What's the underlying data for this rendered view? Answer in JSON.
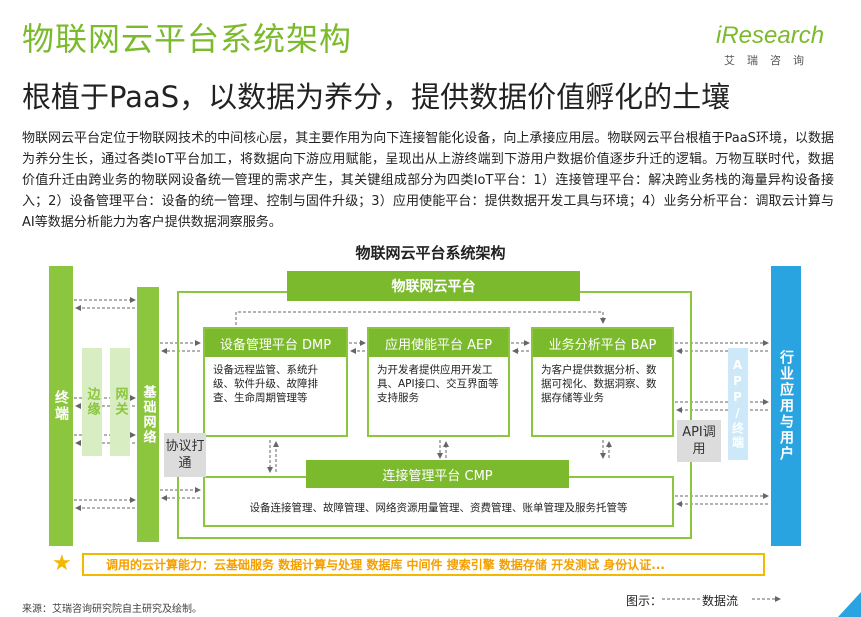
{
  "header": {
    "title": "物联网云平台系统架构",
    "subtitle": "根植于PaaS，以数据为养分，提供数据价值孵化的土壤"
  },
  "logo": {
    "prefix": "i",
    "word": "Research",
    "chinese": "艾瑞咨询"
  },
  "description": "物联网云平台定位于物联网技术的中间核心层，其主要作用为向下连接智能化设备，向上承接应用层。物联网云平台根植于PaaS环境，以数据为养分生长，通过各类IoT平台加工，将数据向下游应用赋能，呈现出从上游终端到下游用户数据价值逐步升迁的逻辑。万物互联时代，数据价值升迁由跨业务的物联网设备统一管理的需求产生，其关键组成部分为四类IoT平台：1）连接管理平台：解决跨业务栈的海量异构设备接入；2）设备管理平台：设备的统一管理、控制与固件升级；3）应用使能平台：提供数据开发工具与环境；4）业务分析平台：调取云计算与AI等数据分析能力为客户提供数据洞察服务。",
  "diagram": {
    "title": "物联网云平台系统架构",
    "left_bars": {
      "terminal": "终端",
      "edge": "边缘",
      "gateway": "网关",
      "infrastructure": "基础网络"
    },
    "right_bars": {
      "app_terminal": "APP/终端",
      "industry": "行业应用与用户"
    },
    "iot_platform": "物联网云平台",
    "platforms": [
      {
        "name": "设备管理平台 DMP",
        "text": "设备远程监管、系统升级、软件升级、故障排查、生命周期管理等"
      },
      {
        "name": "应用使能平台 AEP",
        "text": "为开发者提供应用开发工具、API接口、交互界面等支持服务"
      },
      {
        "name": "业务分析平台 BAP",
        "text": "为客户提供数据分析、数据可视化、数据洞察、数据存储等业务"
      }
    ],
    "cmp": {
      "name": "连接管理平台 CMP",
      "text": "设备连接管理、故障管理、网络资源用量管理、资费管理、账单管理及服务托管等"
    },
    "protocol": "协议打通",
    "api_call": "API调用",
    "capabilities": "调用的云计算能力：云基础服务 数据计算与处理 数据库 中间件 搜索引擎 数据存储  开发测试 身份认证...",
    "colors": {
      "green": "#7cba2d",
      "light_green": "#d9edc3",
      "blue": "#2aa4e0",
      "light_blue": "#cde8f8",
      "yellow": "#f5b800",
      "gray": "#dcdcdc"
    }
  },
  "footer": {
    "source": "来源：艾瑞咨询研究院自主研究及绘制。",
    "legend_label": "图示：",
    "legend_text": "数据流"
  }
}
